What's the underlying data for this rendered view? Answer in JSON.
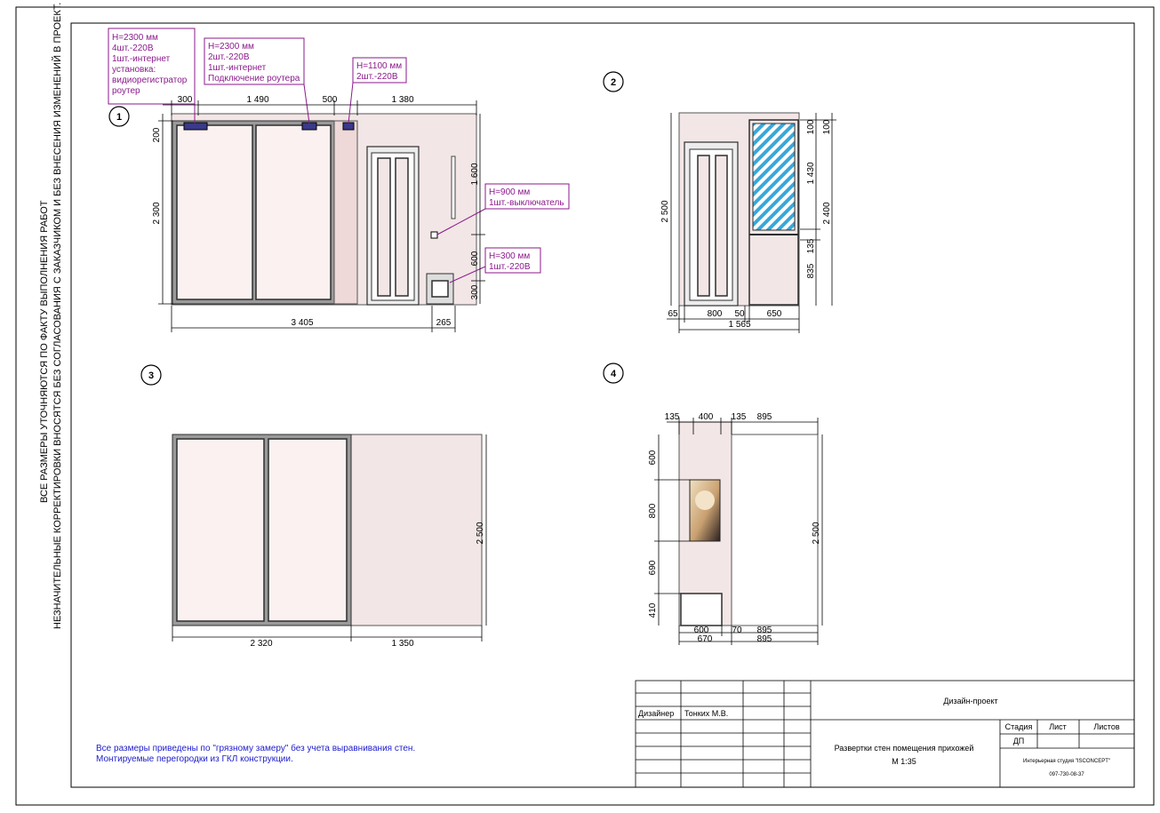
{
  "colors": {
    "wall_fill": "#f3e6e6",
    "panel_fill": "#fbf1f1",
    "frame": "#2e2e2e",
    "annotation": "#8b1a8b",
    "note": "#1c1ccc",
    "glass": "#3aa7d8"
  },
  "side_notes": {
    "line1": "ВСЕ РАЗМЕРЫ УТОЧНЯЮТСЯ ПО ФАКТУ ВЫПОЛНЕНИЯ РАБОТ",
    "line2": "НЕЗНАЧИТЕЛЬНЫЕ КОРРЕКТИРОВКИ ВНОСЯТСЯ БЕЗ СОГЛАСОВАНИЯ С ЗАКАЗЧИКОМ И БЕЗ ВНЕСЕНИЯ ИЗМЕНЕНИЙ В ПРОЕКТ."
  },
  "view_markers": [
    "1",
    "2",
    "3",
    "4"
  ],
  "view1": {
    "callouts": {
      "c1": [
        "Н=2300 мм",
        "4шт.-220В",
        "1шт.-интернет",
        "установка:",
        "видиорегистратор",
        "роутер"
      ],
      "c2": [
        "Н=2300 мм",
        "2шт.-220В",
        "1шт.-интернет",
        "Подключение роутера"
      ],
      "c3": [
        "Н=1100 мм",
        "2шт.-220В"
      ],
      "c4": [
        "Н=900 мм",
        "1шт.-выключатель"
      ],
      "c5": [
        "Н=300 мм",
        "1шт.-220В"
      ]
    },
    "dims": {
      "top": [
        "300",
        "1 490",
        "500",
        "1 380"
      ],
      "left": [
        "200",
        "2 300"
      ],
      "right": [
        "1 600",
        "600",
        "300"
      ],
      "bottom": [
        "3 405",
        "265"
      ]
    }
  },
  "view2": {
    "dims": {
      "left": "2 500",
      "right1": [
        "100",
        "1 430",
        "135",
        "835"
      ],
      "right2": [
        "100",
        "2 400"
      ],
      "bottom": [
        "65",
        "800",
        "50",
        "650"
      ],
      "total": "1 565"
    }
  },
  "view3": {
    "dims": {
      "bottom": [
        "2 320",
        "1 350"
      ],
      "right": "2 500"
    }
  },
  "view4": {
    "dims": {
      "top": [
        "135",
        "400",
        "135",
        "895"
      ],
      "left": [
        "600",
        "800",
        "690",
        "410"
      ],
      "right": "2 500",
      "bottom1": [
        "600",
        "70",
        "895"
      ],
      "bottom2": [
        "670",
        "895"
      ]
    }
  },
  "notes": {
    "line1": "Все размеры приведены по \"грязному замеру\" без учета выравнивания стен.",
    "line2": "Монтируемые перегородки из ГКЛ конструкции."
  },
  "title_block": {
    "role": "Дизайнер",
    "name": "Тонких М.В.",
    "project": "Дизайн-проект",
    "drawing_title": "Развертки стен помещения прихожей",
    "scale": "М 1:35",
    "stage_header": "Стадия",
    "sheet_header": "Лист",
    "sheets_header": "Листов",
    "stage": "ДП",
    "studio": "Интерьерная студия \"ISCONCEPT\"",
    "phone": "097-730-08-37"
  }
}
